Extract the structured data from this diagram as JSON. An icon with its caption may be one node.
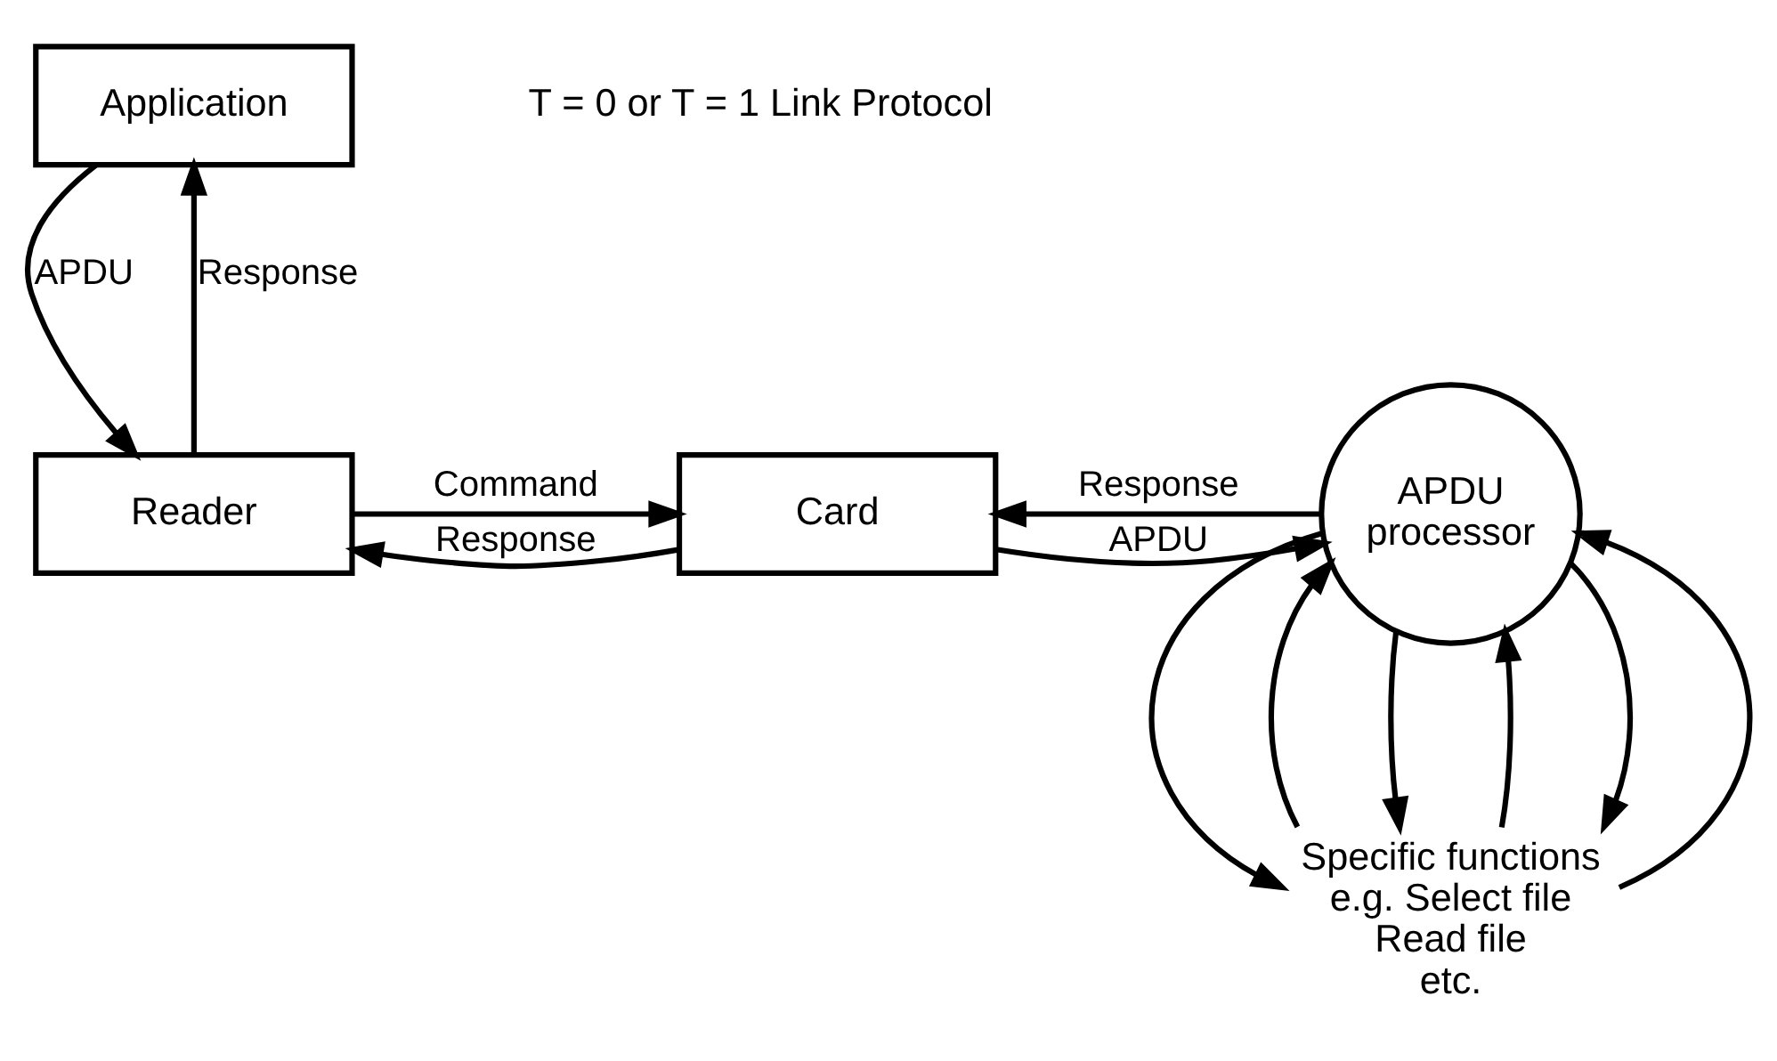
{
  "diagram": {
    "nodes": [
      {
        "text": [
          "Application"
        ]
      },
      {
        "text": [
          "Reader"
        ]
      },
      {
        "text": [
          "Card"
        ]
      },
      {
        "text": [
          "APDU processor"
        ]
      },
      {
        "text": [
          "Specific functions e.g. Select file Read file etc."
        ]
      }
    ],
    "edges": [
      {
        "from": 0,
        "to": 1,
        "arrow": "to",
        "label": "APDU"
      },
      {
        "from": 1,
        "to": 0,
        "arrow": "to",
        "label": "Response"
      },
      {
        "from": 1,
        "to": 2,
        "arrow": "to",
        "label": "Command"
      },
      {
        "from": 2,
        "to": 1,
        "arrow": "to",
        "label": "Response"
      },
      {
        "from": 2,
        "to": 3,
        "arrow": "to",
        "label": "APDU"
      },
      {
        "from": 3,
        "to": 2,
        "arrow": "to",
        "label": "Response"
      },
      {
        "from": 3,
        "to": 4,
        "arrow": "to"
      },
      {
        "from": 4,
        "to": 3,
        "arrow": "to"
      },
      {
        "from": 3,
        "to": 4,
        "arrow": "to"
      },
      {
        "from": 4,
        "to": 3,
        "arrow": "to"
      },
      {
        "from": 3,
        "to": 4,
        "arrow": "to"
      },
      {
        "from": 4,
        "to": 3,
        "arrow": "to"
      }
    ],
    "labels": [
      "T = 0 or T = 1 Link Protocol"
    ]
  }
}
